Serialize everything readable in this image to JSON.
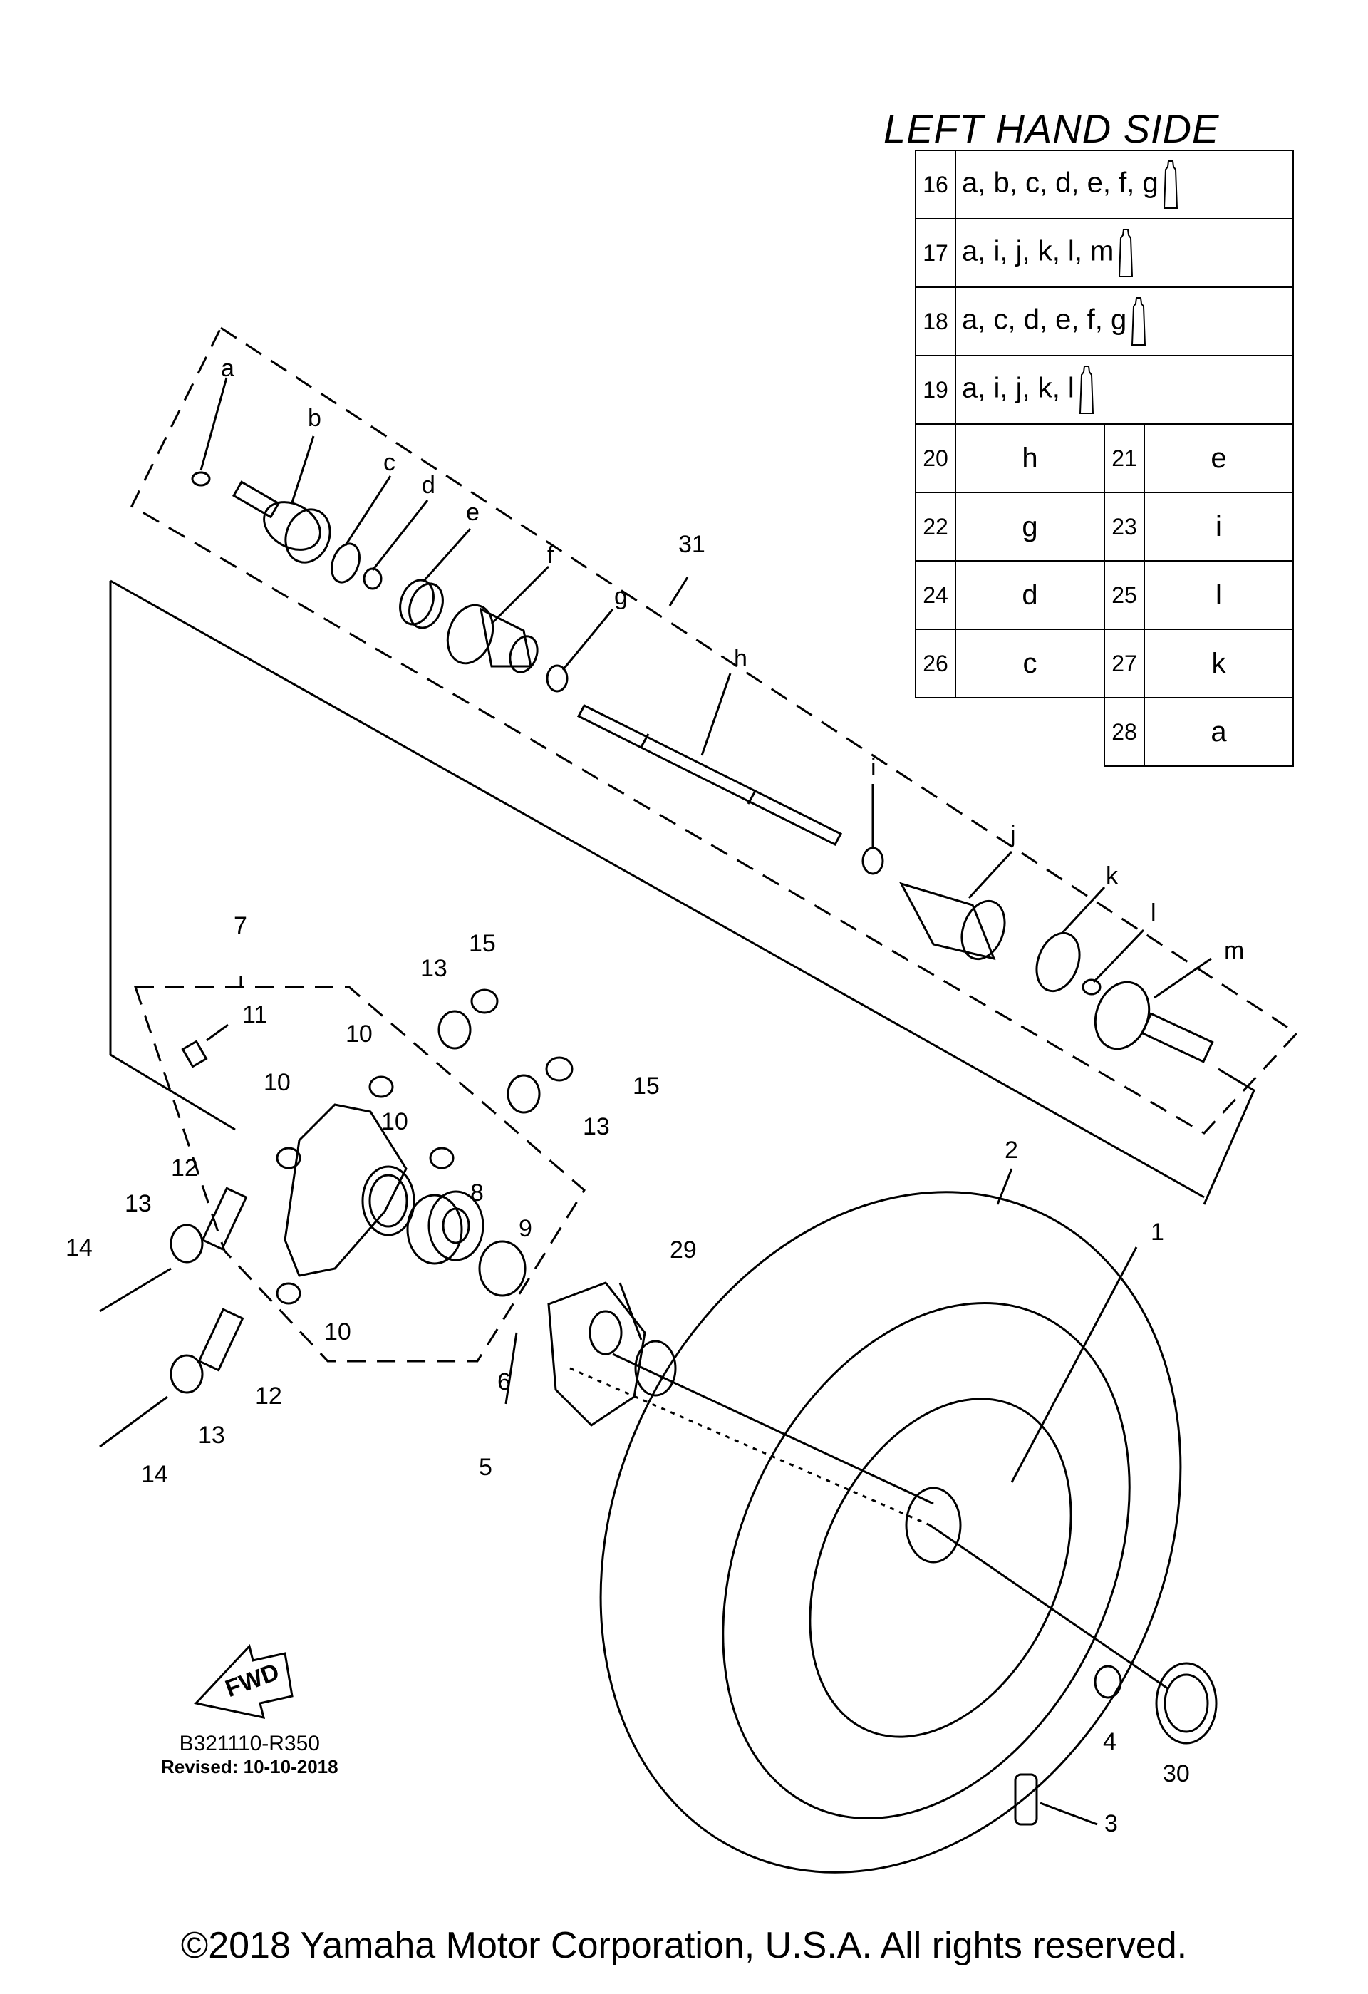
{
  "header": {
    "title": "LEFT HAND SIDE"
  },
  "reference_table": {
    "wide_rows": [
      {
        "number": "16",
        "parts": "a, b, c, d, e, f, g"
      },
      {
        "number": "17",
        "parts": "a, i, j, k, l, m"
      },
      {
        "number": "18",
        "parts": "a, c, d, e, f, g"
      },
      {
        "number": "19",
        "parts": "a, i, j, k, l"
      }
    ],
    "pair_rows": [
      {
        "num1": "20",
        "part1": "h",
        "num2": "21",
        "part2": "e"
      },
      {
        "num1": "22",
        "part1": "g",
        "num2": "23",
        "part2": "i"
      },
      {
        "num1": "24",
        "part1": "d",
        "num2": "25",
        "part2": "l"
      },
      {
        "num1": "26",
        "part1": "c",
        "num2": "27",
        "part2": "k"
      }
    ],
    "last_row": {
      "number": "28",
      "part": "a"
    }
  },
  "callouts": {
    "numbers": [
      "1",
      "2",
      "3",
      "4",
      "5",
      "6",
      "7",
      "8",
      "9",
      "10",
      "11",
      "12",
      "13",
      "14",
      "15",
      "29",
      "30",
      "31"
    ],
    "letters": [
      "a",
      "b",
      "c",
      "d",
      "e",
      "f",
      "g",
      "h",
      "i",
      "j",
      "k",
      "l",
      "m"
    ]
  },
  "fwd_label": "FWD",
  "diagram_code": "B321110-R350",
  "revised": "Revised: 10-10-2018",
  "copyright": "©2018 Yamaha Motor Corporation, U.S.A. All rights reserved."
}
